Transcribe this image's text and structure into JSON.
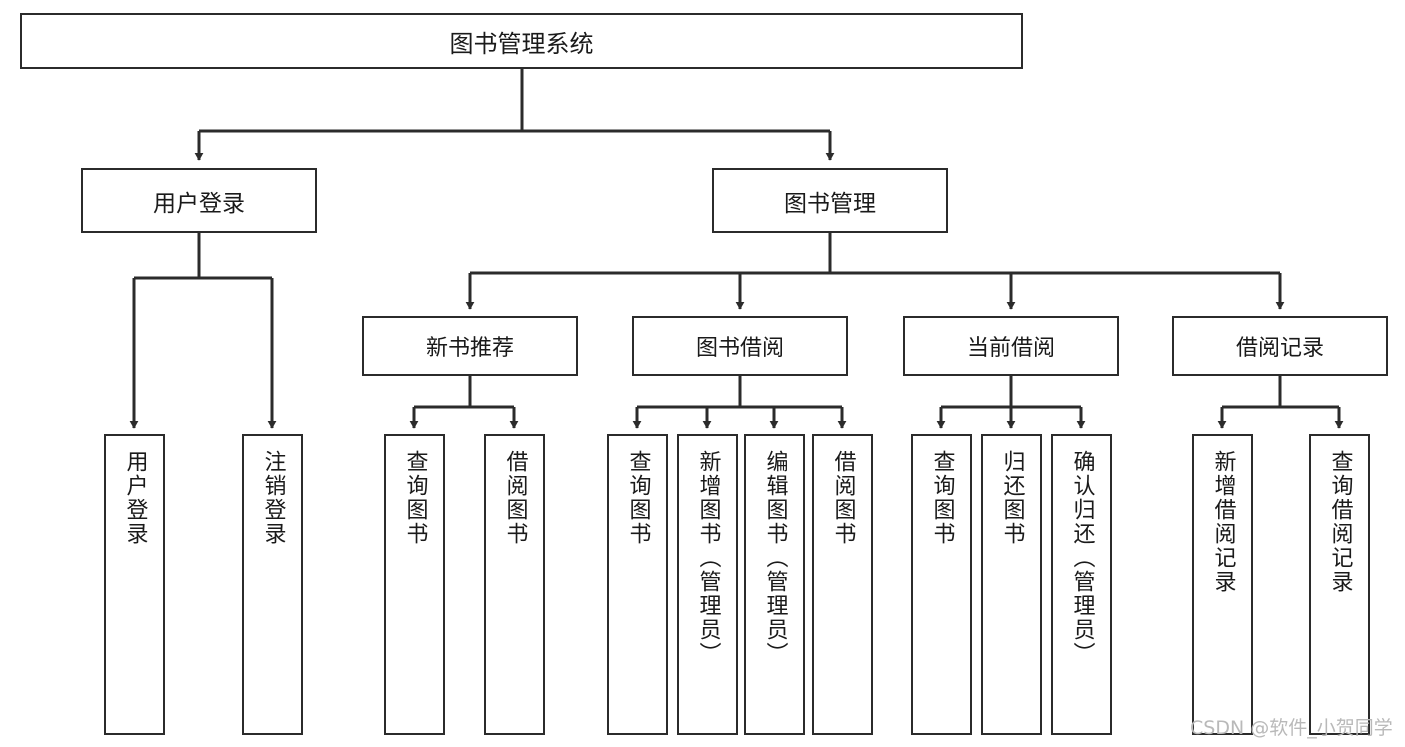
{
  "diagram": {
    "title": "图书管理系统",
    "root": {
      "label": "图书管理系统"
    },
    "level1": [
      {
        "label": "用户登录"
      },
      {
        "label": "图书管理"
      }
    ],
    "level2": [
      {
        "label": "新书推荐"
      },
      {
        "label": "图书借阅"
      },
      {
        "label": "当前借阅"
      },
      {
        "label": "借阅记录"
      }
    ],
    "leaves": {
      "user_login": [
        {
          "label": "用户登录"
        },
        {
          "label": "注销登录"
        }
      ],
      "new_book_recommend": [
        {
          "label": "查询图书"
        },
        {
          "label": "借阅图书"
        }
      ],
      "book_borrow": [
        {
          "label": "查询图书"
        },
        {
          "label": "新增图书（管理员）"
        },
        {
          "label": "编辑图书（管理员）"
        },
        {
          "label": "借阅图书"
        }
      ],
      "current_borrow": [
        {
          "label": "查询图书"
        },
        {
          "label": "归还图书"
        },
        {
          "label": "确认归还（管理员）"
        }
      ],
      "borrow_record": [
        {
          "label": "新增借阅记录"
        },
        {
          "label": "查询借阅记录"
        }
      ]
    }
  },
  "watermark": {
    "text": "CSDN @软件_小贺同学"
  },
  "colors": {
    "border": "#2b2b2b",
    "background": "#ffffff",
    "text": "#1a1a1a",
    "watermark": "#b9b9b9"
  }
}
